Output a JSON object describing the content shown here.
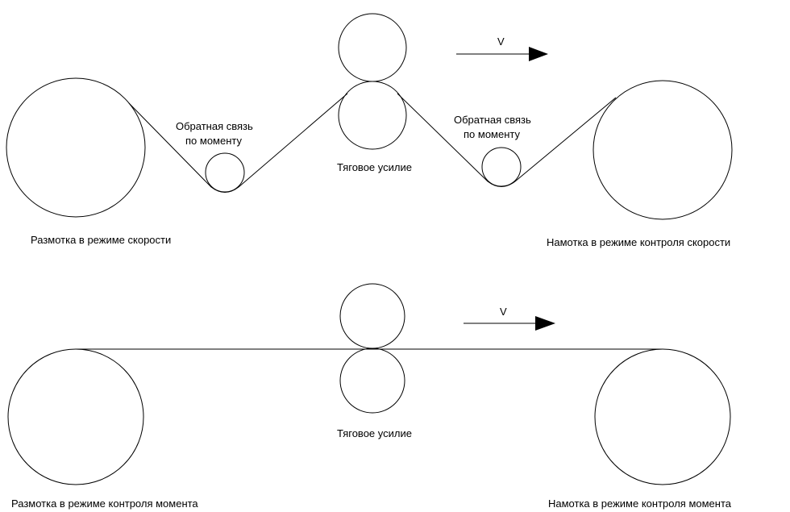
{
  "top_diagram": {
    "unwind_label": "Размотка в режиме скорости",
    "rewind_label": "Намотка в режиме контроля скорости",
    "feedback_left_line1": "Обратная связь",
    "feedback_left_line2": "по моменту",
    "feedback_right_line1": "Обратная связь",
    "feedback_right_line2": "по моменту",
    "traction_label": "Тяговое усилие",
    "velocity_label": "V"
  },
  "bottom_diagram": {
    "unwind_label": "Размотка в режиме контроля момента",
    "rewind_label": "Намотка в режиме контроля момента",
    "traction_label": "Тяговое усилие",
    "velocity_label": "V"
  }
}
